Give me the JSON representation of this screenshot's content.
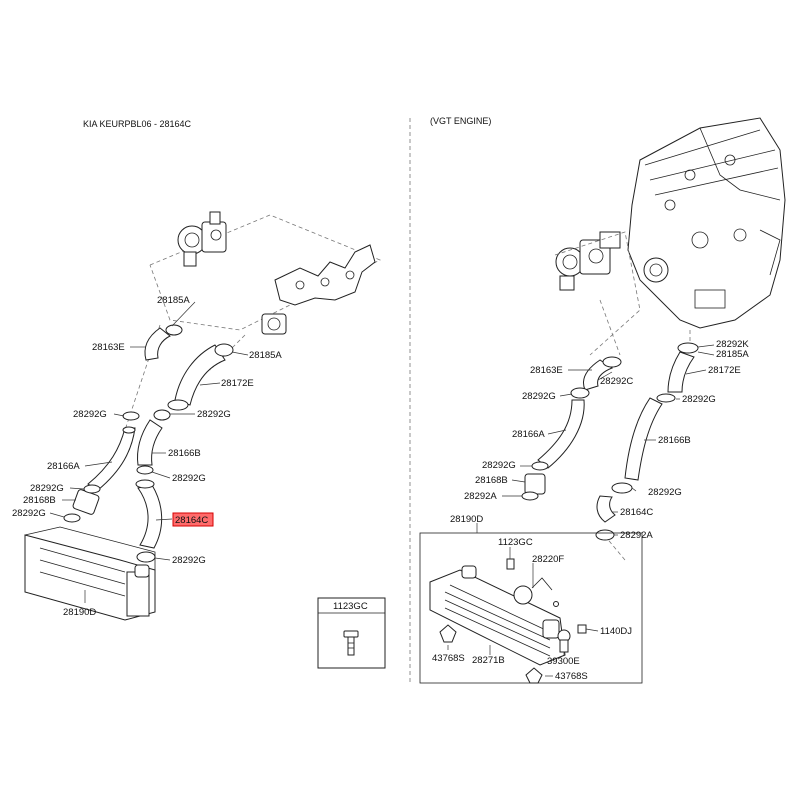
{
  "header": {
    "left_title": "KIA KEURPBL06 - 28164C",
    "right_title": "(VGT ENGINE)"
  },
  "highlight": {
    "part": "28164C",
    "color": "#ff6b6b"
  },
  "left_labels": {
    "l_28185A_top": "28185A",
    "l_28163E": "28163E",
    "l_28185A_mid": "28185A",
    "l_28172E": "28172E",
    "l_28292G_a": "28292G",
    "l_28292G_b": "28292G",
    "l_28166B": "28166B",
    "l_28292G_c": "28292G",
    "l_28166A": "28166A",
    "l_28292G_d": "28292G",
    "l_28168B": "28168B",
    "l_28292G_e": "28292G",
    "l_28164C": "28164C",
    "l_28292G_f": "28292G",
    "l_28190D": "28190D"
  },
  "box_1123GC": {
    "label": "1123GC"
  },
  "right_labels": {
    "r_28292K": "28292K",
    "r_28185A": "28185A",
    "r_28163E": "28163E",
    "r_28292C": "28292C",
    "r_28172E": "28172E",
    "r_28292G_a": "28292G",
    "r_28292G_b": "28292G",
    "r_28166A": "28166A",
    "r_28166B": "28166B",
    "r_28292G_c": "28292G",
    "r_28168B": "28168B",
    "r_28292G_d": "28292G",
    "r_28292A_a": "28292A",
    "r_28164C": "28164C",
    "r_28190D": "28190D",
    "r_28292A_b": "28292A",
    "r_1123GC": "1123GC",
    "r_28220F": "28220F",
    "r_1140DJ": "1140DJ",
    "r_43768S_a": "43768S",
    "r_28271B": "28271B",
    "r_39300E": "39300E",
    "r_43768S_b": "43768S"
  }
}
